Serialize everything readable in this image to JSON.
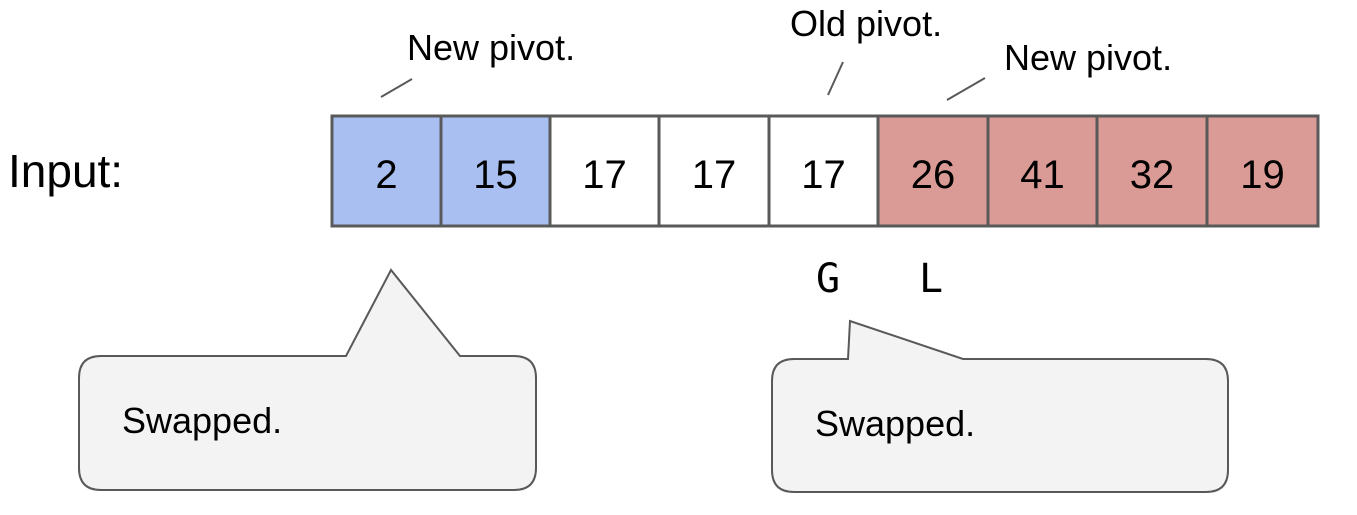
{
  "input_label": "Input:",
  "cells": [
    {
      "value": "2",
      "group": "blue"
    },
    {
      "value": "15",
      "group": "blue"
    },
    {
      "value": "17",
      "group": "white"
    },
    {
      "value": "17",
      "group": "white"
    },
    {
      "value": "17",
      "group": "white"
    },
    {
      "value": "26",
      "group": "red"
    },
    {
      "value": "41",
      "group": "red"
    },
    {
      "value": "32",
      "group": "red"
    },
    {
      "value": "19",
      "group": "red"
    }
  ],
  "colors": {
    "blue": "#a9bff2",
    "white": "#ffffff",
    "red": "#da9a96",
    "border": "#595959",
    "callout_fill": "#f3f3f3"
  },
  "annotations": {
    "new_pivot_left": "New pivot.",
    "old_pivot": "Old pivot.",
    "new_pivot_right": "New pivot."
  },
  "pointers": {
    "g": "G",
    "l": "L"
  },
  "callouts": {
    "left": "Swapped.",
    "right": "Swapped."
  }
}
